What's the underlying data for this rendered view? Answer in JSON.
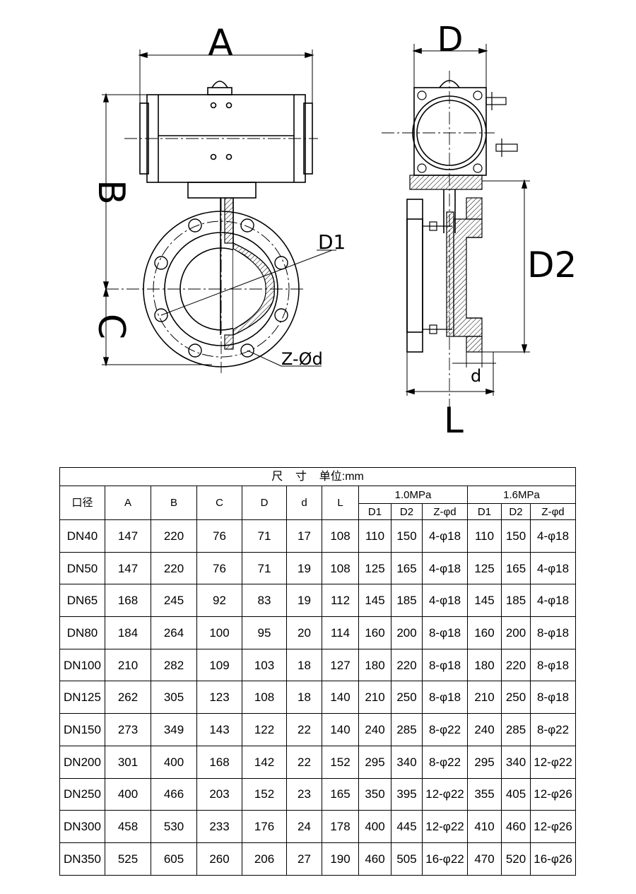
{
  "drawing": {
    "labels": {
      "A": "A",
      "B": "B",
      "C": "C",
      "D": "D",
      "D1": "D1",
      "D2": "D2",
      "L": "L",
      "d": "d",
      "zd": "Z-Ød"
    }
  },
  "table": {
    "title": "尺    寸    单位:mm",
    "headers": {
      "size": "口径",
      "A": "A",
      "B": "B",
      "C": "C",
      "D": "D",
      "d": "d",
      "L": "L",
      "group1": "1.0MPa",
      "group2": "1.6MPa",
      "D1": "D1",
      "D2": "D2",
      "Zd": "Z-φd"
    },
    "rows": [
      [
        "DN40",
        "147",
        "220",
        "76",
        "71",
        "17",
        "108",
        "110",
        "150",
        "4-φ18",
        "110",
        "150",
        "4-φ18"
      ],
      [
        "DN50",
        "147",
        "220",
        "76",
        "71",
        "19",
        "108",
        "125",
        "165",
        "4-φ18",
        "125",
        "165",
        "4-φ18"
      ],
      [
        "DN65",
        "168",
        "245",
        "92",
        "83",
        "19",
        "112",
        "145",
        "185",
        "4-φ18",
        "145",
        "185",
        "4-φ18"
      ],
      [
        "DN80",
        "184",
        "264",
        "100",
        "95",
        "20",
        "114",
        "160",
        "200",
        "8-φ18",
        "160",
        "200",
        "8-φ18"
      ],
      [
        "DN100",
        "210",
        "282",
        "109",
        "103",
        "18",
        "127",
        "180",
        "220",
        "8-φ18",
        "180",
        "220",
        "8-φ18"
      ],
      [
        "DN125",
        "262",
        "305",
        "123",
        "108",
        "18",
        "140",
        "210",
        "250",
        "8-φ18",
        "210",
        "250",
        "8-φ18"
      ],
      [
        "DN150",
        "273",
        "349",
        "143",
        "122",
        "22",
        "140",
        "240",
        "285",
        "8-φ22",
        "240",
        "285",
        "8-φ22"
      ],
      [
        "DN200",
        "301",
        "400",
        "168",
        "142",
        "22",
        "152",
        "295",
        "340",
        "8-φ22",
        "295",
        "340",
        "12-φ22"
      ],
      [
        "DN250",
        "400",
        "466",
        "203",
        "152",
        "23",
        "165",
        "350",
        "395",
        "12-φ22",
        "355",
        "405",
        "12-φ26"
      ],
      [
        "DN300",
        "458",
        "530",
        "233",
        "176",
        "24",
        "178",
        "400",
        "445",
        "12-φ22",
        "410",
        "460",
        "12-φ26"
      ],
      [
        "DN350",
        "525",
        "605",
        "260",
        "206",
        "27",
        "190",
        "460",
        "505",
        "16-φ22",
        "470",
        "520",
        "16-φ26"
      ]
    ]
  }
}
